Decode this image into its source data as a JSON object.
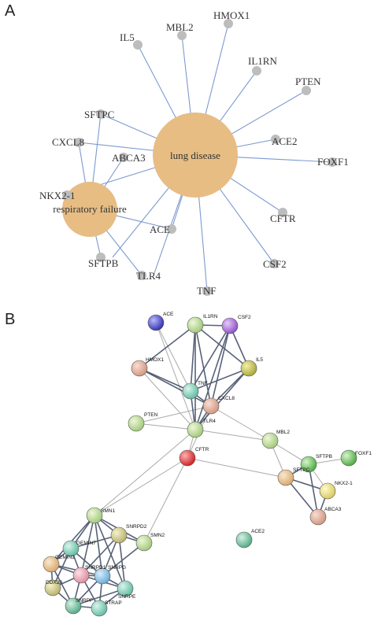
{
  "panels": {
    "a": {
      "label": "A",
      "diseases": {
        "lung": "lung disease",
        "resp": "respiratory failure"
      },
      "genes": {
        "hmox1": "HMOX1",
        "mbl2": "MBL2",
        "il5": "IL5",
        "il1rn": "IL1RN",
        "pten": "PTEN",
        "ace2": "ACE2",
        "foxf1": "FOXF1",
        "cftr": "CFTR",
        "csf2": "CSF2",
        "tnf": "TNF",
        "tlr4": "TLR4",
        "ace": "ACE",
        "sftpb": "SFTPB",
        "sftpc": "SFTPC",
        "cxcl8": "CXCL8",
        "abca3": "ABCA3",
        "nkx21": "NKX2-1"
      }
    },
    "b": {
      "label": "B",
      "genes": {
        "ace": "ACE",
        "il1rn": "IL1RN",
        "csf2": "CSF2",
        "hmox1": "HMOX1",
        "il5": "IL5",
        "tnf": "TNF",
        "cxcl8": "CXCL8",
        "pten": "PTEN",
        "tlr4": "TLR4",
        "mbl2": "MBL2",
        "foxf1": "FOXF1",
        "sftpb": "SFTPB",
        "cftr": "CFTR",
        "nkx21": "NKX2-1",
        "sftpc": "SFTPC",
        "abca3": "ABCA3",
        "ace2": "ACE2",
        "smn1": "SMN1",
        "snrpd2": "SNRPD2",
        "gemin7": "GEMIN7",
        "gemin2": "GEMIN2",
        "smn2": "SMN2",
        "snrpd1": "SNRPD1",
        "snrpg": "SNRPG",
        "ddx20": "DDX20",
        "snrpe": "SNRPE",
        "snrpf": "SNRPF",
        "strap": "STRAP"
      }
    }
  },
  "colors": {
    "disease_fill": "#e7bd84",
    "gene_node_a": "#bdbdbd",
    "edge_a": "#7d9ad0",
    "edge_b_strong": "#3a4660",
    "edge_b_light": "#aaaaaa"
  }
}
